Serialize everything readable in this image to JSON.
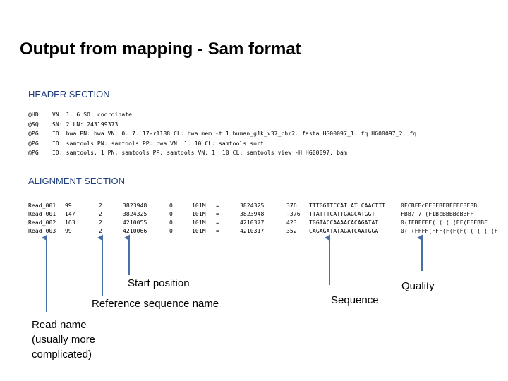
{
  "title": "Output from mapping - Sam format",
  "header_section": {
    "heading": "HEADER SECTION",
    "lines": [
      {
        "tag": "@HD",
        "text": "VN: 1. 6 SO: coordinate"
      },
      {
        "tag": "@SQ",
        "text": "SN: 2   LN: 243199373"
      },
      {
        "tag": "@PG",
        "text": "ID: bwa PN: bwa VN: 0. 7. 17-r1188        CL: bwa mem  -t 1 human_g1k_v37_chr2. fasta HG00097_1. fq HG00097_2. fq"
      },
      {
        "tag": "@PG",
        "text": "ID: samtools PN: samtools PP: bwa VN: 1. 10         CL: samtools sort"
      },
      {
        "tag": "@PG",
        "text": "ID: samtools. 1       PN: samtools PP: samtools VN: 1. 10         CL: samtools view -H HG00097. bam"
      }
    ]
  },
  "alignment_section": {
    "heading": "ALIGNMENT SECTION",
    "rows": [
      [
        "Read_001",
        "99",
        "2",
        "3823948",
        "0",
        "101M",
        "=",
        "3824325",
        "376",
        "TTTGGTTCCAT AT CAACTTT",
        "0FCBFBcFFFFBFBFFFFBFBB"
      ],
      [
        "Read_001",
        "147",
        "2",
        "3824325",
        "0",
        "101M",
        "=",
        "3823948",
        "-376",
        "TTATTTCATTGAGCATGGT",
        "FBB7 7 (FIBcBBBBcBBFF"
      ],
      [
        "Read_002",
        "163",
        "2",
        "4210055",
        "0",
        "101M",
        "=",
        "4210377",
        "423",
        "TGGTACCAAAACACAGATAT",
        "0(IFBFFFF( ( ( (FF(FFFBBF"
      ],
      [
        "Read_003",
        "99",
        "2",
        "4210066",
        "0",
        "101M",
        "=",
        "4210317",
        "352",
        "CAGAGATATAGATCAATGGA",
        "0( (FFFF(FFF(F(F(F( ( ( ( (F"
      ]
    ]
  },
  "annotations": {
    "read_name": "Read name\n(usually more\ncomplicated)",
    "reference_name": "Reference sequence name",
    "start_position": "Start position",
    "sequence": "Sequence",
    "quality": "Quality"
  }
}
